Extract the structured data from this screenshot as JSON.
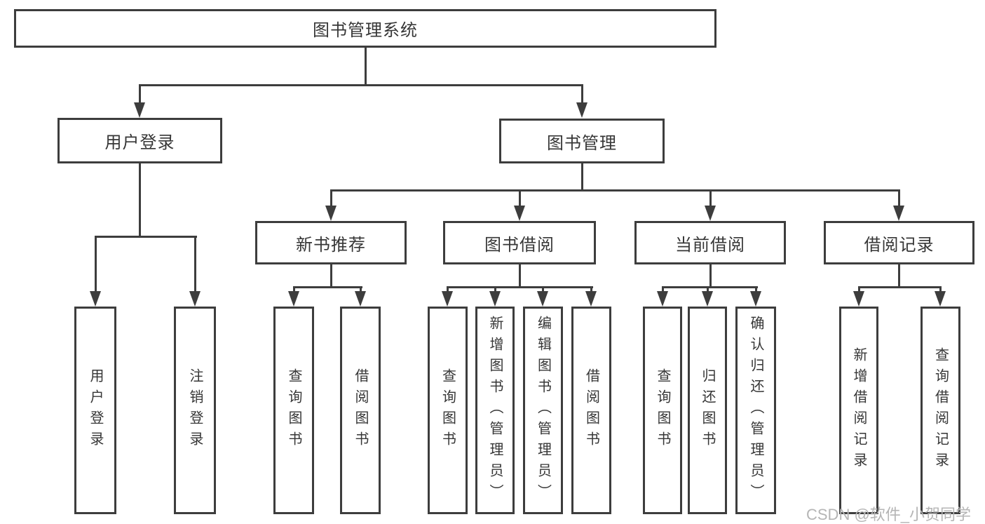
{
  "diagram_title": "图书管理系统",
  "nodes": {
    "root": "图书管理系统",
    "user_login": "用户登录",
    "book_management": "图书管理",
    "new_book_recommend": "新书推荐",
    "book_borrow": "图书借阅",
    "current_borrow": "当前借阅",
    "borrow_records": "借阅记录"
  },
  "leaves": {
    "user_login": "用户登录",
    "logout": "注销登录",
    "nbr_query_books": "查询图书",
    "nbr_borrow_books": "借阅图书",
    "bb_query_books": "查询图书",
    "bb_add_books": "新增图书（管理员）",
    "bb_edit_books": "编辑图书（管理员）",
    "bb_borrow_books": "借阅图书",
    "cb_query_books": "查询图书",
    "cb_return_books": "归还图书",
    "cb_confirm_return": "确认归还（管理员）",
    "br_add_record": "新增借阅记录",
    "br_query_record": "查询借阅记录"
  },
  "watermark": "CSDN @软件_小贺同学",
  "colors": {
    "line": "#3d3d3d",
    "text": "#363636",
    "watermark": "#b5b5b5",
    "background": "#ffffff"
  }
}
